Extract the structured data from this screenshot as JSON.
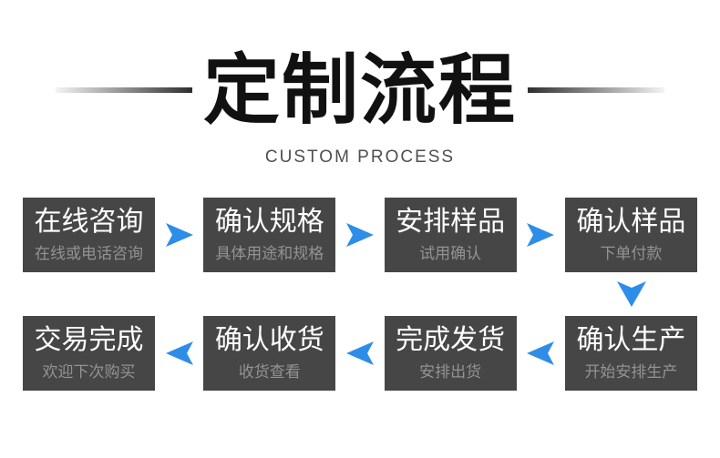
{
  "header": {
    "title": "定制流程",
    "subtitle": "CUSTOM PROCESS"
  },
  "colors": {
    "box_bg": "#464646",
    "arrow_blue": "#2d8de8",
    "box_title": "#ffffff",
    "box_subtitle": "#939393",
    "title_color": "#111111",
    "subtitle_color": "#4f4f4f"
  },
  "flow": {
    "row1": {
      "direction": "right",
      "steps": [
        {
          "title": "在线咨询",
          "subtitle": "在线或电话咨询"
        },
        {
          "title": "确认规格",
          "subtitle": "具体用途和规格"
        },
        {
          "title": "安排样品",
          "subtitle": "试用确认"
        },
        {
          "title": "确认样品",
          "subtitle": "下单付款"
        }
      ]
    },
    "row2": {
      "direction": "left",
      "steps": [
        {
          "title": "交易完成",
          "subtitle": "欢迎下次购买"
        },
        {
          "title": "确认收货",
          "subtitle": "收货查看"
        },
        {
          "title": "完成发货",
          "subtitle": "安排出货"
        },
        {
          "title": "确认生产",
          "subtitle": "开始安排生产"
        }
      ]
    }
  }
}
